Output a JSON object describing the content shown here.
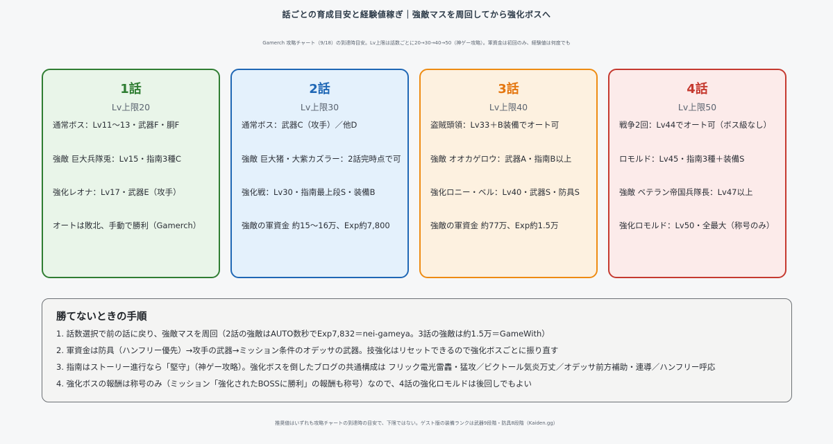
{
  "header": {
    "title": "話ごとの育成目安と経験値稼ぎ｜強敵マスを周回してから強化ボスへ",
    "subtitle": "Gamerch 攻略チャート（9/18）の到達時目安。Lv上限は話数ごとに20→30→40→50（神ゲー攻略）。軍資金は初回のみ、経験値は何度でも"
  },
  "cards": [
    {
      "title": "1話",
      "cap": "Lv上限20",
      "color": "#2f7d32",
      "lines": [
        "通常ボス：Lv11〜13・武器F・胴F",
        "強敵 巨大兵隊兎：Lv15・指南3種C",
        "強化レオナ：Lv17・武器E（攻手）",
        "オートは敗北、手動で勝利（Gamerch）"
      ]
    },
    {
      "title": "2話",
      "cap": "Lv上限30",
      "color": "#1f67b5",
      "lines": [
        "通常ボス：武器C（攻手）／他D",
        "強敵 巨大猪・大紫カズラー：2話完時点で可",
        "強化戦：Lv30・指南最上段S・装備B",
        "強敵の軍資金 約15〜16万、Exp約7,800"
      ]
    },
    {
      "title": "3話",
      "cap": "Lv上限40",
      "color": "#e4760f",
      "lines": [
        "盗賊頭領：Lv33＋B装備でオート可",
        "強敵 オオカゲロウ：武器A・指南B以上",
        "強化ロニー・ベル：Lv40・武器S・防具S",
        "強敵の軍資金 約77万、Exp約1.5万"
      ]
    },
    {
      "title": "4話",
      "cap": "Lv上限50",
      "color": "#c5392f",
      "lines": [
        "戦争2回：Lv44でオート可（ボス級なし）",
        "ロモルド：Lv45・指南3種＋装備S",
        "強敵 ベテラン帝国兵隊長：Lv47以上",
        "強化ロモルド：Lv50・全最大（称号のみ）"
      ]
    }
  ],
  "steps": {
    "title": "勝てないときの手順",
    "items": [
      "1. 話数選択で前の話に戻り、強敵マスを周回（2話の強敵はAUTO数秒でExp7,832＝nei-gameya。3話の強敵は約1.5万＝GameWith）",
      "2. 軍資金は防具（ハンフリー優先）→攻手の武器→ミッション条件のオデッサの武器。技強化はリセットできるので強化ボスごとに振り直す",
      "3. 指南はストーリー進行なら「堅守」（神ゲー攻略）。強化ボスを倒したブログの共通構成は フリック電光雷轟・猛攻／ビクトール気炎万丈／オデッサ前方補助・連導／ハンフリー呼応",
      "4. 強化ボスの報酬は称号のみ（ミッション「強化されたBOSSに勝利」の報酬も称号）なので、4話の強化ロモルドは後回しでもよい"
    ]
  },
  "footer": {
    "note": "推奨値はいずれも攻略チャートの到達時の目安で、下限ではない。ゲスト版の装備ランクは武器9段階・防具8段階（Kaiden.gg）"
  }
}
